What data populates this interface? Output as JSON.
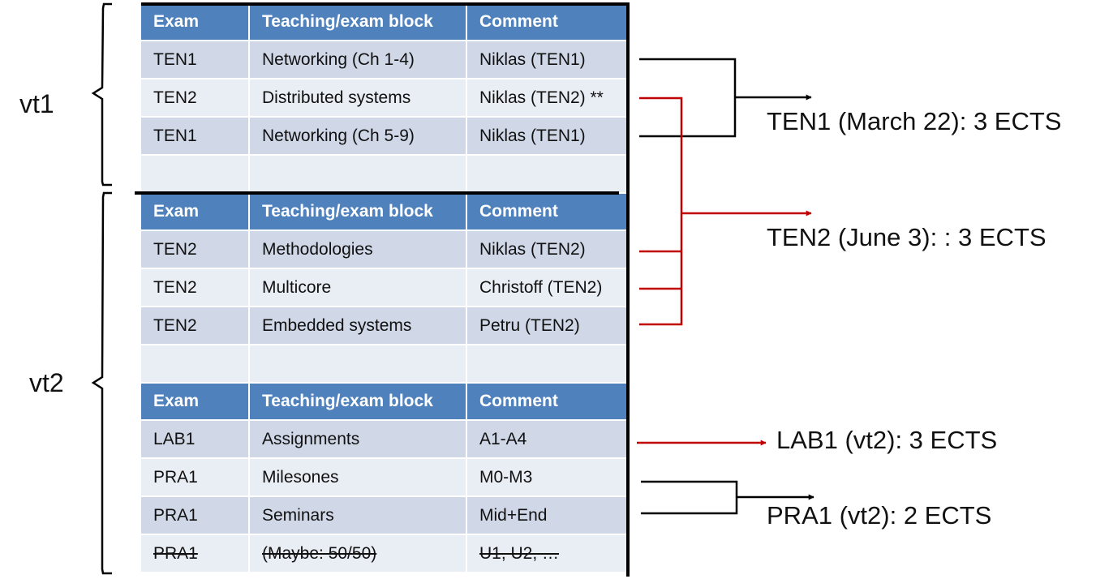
{
  "periods": {
    "first": "vt1",
    "second": "vt2"
  },
  "table": {
    "blocks": [
      {
        "headers": [
          "Exam",
          "Teaching/exam block",
          "Comment"
        ],
        "rows": [
          [
            "TEN1",
            "Networking (Ch 1-4)",
            "Niklas (TEN1)"
          ],
          [
            "TEN2",
            "Distributed systems",
            "Niklas (TEN2) **"
          ],
          [
            "TEN1",
            "Networking (Ch 5-9)",
            "Niklas (TEN1)"
          ],
          [
            "",
            "",
            ""
          ]
        ]
      },
      {
        "headers": [
          "Exam",
          "Teaching/exam block",
          "Comment"
        ],
        "rows": [
          [
            "TEN2",
            "Methodologies",
            "Niklas (TEN2)"
          ],
          [
            "TEN2",
            "Multicore",
            "Christoff (TEN2)"
          ],
          [
            "TEN2",
            "Embedded systems",
            "Petru (TEN2)"
          ],
          [
            "",
            "",
            ""
          ]
        ]
      },
      {
        "headers": [
          "Exam",
          "Teaching/exam block",
          "Comment"
        ],
        "rows": [
          [
            "LAB1",
            "Assignments",
            "A1-A4"
          ],
          [
            "PRA1",
            "Milesones",
            "M0-M3"
          ],
          [
            "PRA1",
            "Seminars",
            "Mid+End"
          ],
          [
            "PRA1",
            "(Maybe: 50/50)",
            "U1, U2, …"
          ]
        ]
      }
    ]
  },
  "summaries": {
    "ten1": "TEN1  (March 22): 3 ECTS",
    "ten2": "TEN2  (June 3): : 3 ECTS",
    "lab1": "LAB1  (vt2): 3 ECTS",
    "pra1": "PRA1  (vt2): 2 ECTS"
  },
  "colors": {
    "header": "#4f81bd",
    "row_dark": "#d0d8e8",
    "row_light": "#e9edf4",
    "ten2_link": "#c00000",
    "lab1_link": "#c00000",
    "ten1_link": "#000000",
    "pra1_link": "#000000"
  }
}
